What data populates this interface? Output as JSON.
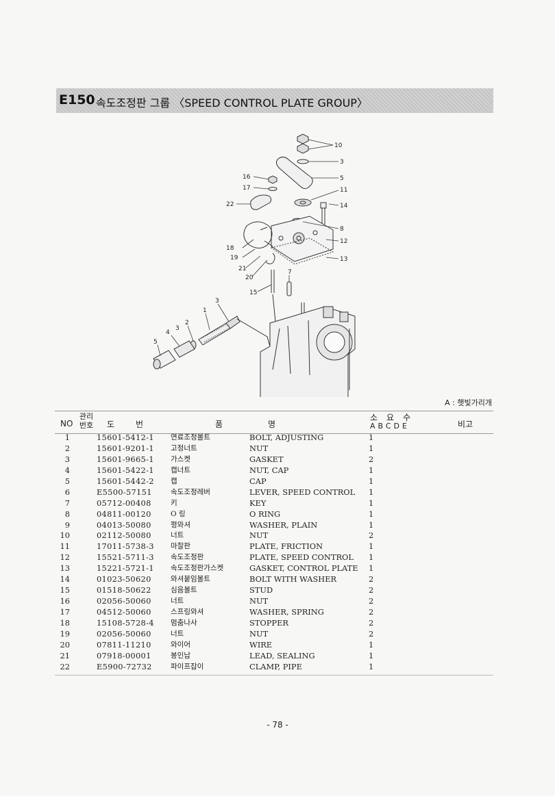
{
  "header": {
    "code": "E150",
    "title": "속도조정판 그룹 〈SPEED CONTROL PLATE GROUP〉"
  },
  "diagram": {
    "callouts": [
      "10",
      "3",
      "5",
      "16",
      "17",
      "11",
      "14",
      "22",
      "8",
      "12",
      "18",
      "19",
      "13",
      "21",
      "20",
      "7",
      "15",
      "1",
      "3",
      "2",
      "4",
      "3",
      "5"
    ]
  },
  "legend": "A : 햇빛가리개",
  "table": {
    "headers": {
      "no": "NO",
      "mgmt": "관리 번호",
      "do": "도",
      "bun": "번",
      "pum": "품",
      "myeong": "명",
      "qty": "소요수",
      "variants": "ABCDE",
      "remarks": "비고"
    },
    "rows": [
      {
        "no": "1",
        "pn": "15601-5412-1",
        "ko": "연료조정볼트",
        "en": "BOLT, ADJUSTING",
        "qty": "1"
      },
      {
        "no": "2",
        "pn": "15601-9201-1",
        "ko": "고정너트",
        "en": "NUT",
        "qty": "1"
      },
      {
        "no": "3",
        "pn": "15601-9665-1",
        "ko": "가스켓",
        "en": "GASKET",
        "qty": "2"
      },
      {
        "no": "4",
        "pn": "15601-5422-1",
        "ko": "캡너트",
        "en": "NUT, CAP",
        "qty": "1"
      },
      {
        "no": "5",
        "pn": "15601-5442-2",
        "ko": "캡",
        "en": "CAP",
        "qty": "1"
      },
      {
        "no": "6",
        "pn": "E5500-57151",
        "ko": "속도조정레버",
        "en": "LEVER, SPEED CONTROL",
        "qty": "1"
      },
      {
        "no": "7",
        "pn": "05712-00408",
        "ko": "키",
        "en": "KEY",
        "qty": "1"
      },
      {
        "no": "8",
        "pn": "04811-00120",
        "ko": "O 링",
        "en": "O RING",
        "qty": "1"
      },
      {
        "no": "9",
        "pn": "04013-50080",
        "ko": "평와셔",
        "en": "WASHER, PLAIN",
        "qty": "1"
      },
      {
        "no": "10",
        "pn": "02112-50080",
        "ko": "너트",
        "en": "NUT",
        "qty": "2"
      },
      {
        "no": "11",
        "pn": "17011-5738-3",
        "ko": "마찰판",
        "en": "PLATE, FRICTION",
        "qty": "1"
      },
      {
        "no": "12",
        "pn": "15521-5711-3",
        "ko": "속도조정판",
        "en": "PLATE, SPEED CONTROL",
        "qty": "1"
      },
      {
        "no": "13",
        "pn": "15221-5721-1",
        "ko": "속도조정판가스켓",
        "en": "GASKET, CONTROL PLATE",
        "qty": "1"
      },
      {
        "no": "14",
        "pn": "01023-50620",
        "ko": "와셔붙임볼트",
        "en": "BOLT WITH WASHER",
        "qty": "2"
      },
      {
        "no": "15",
        "pn": "01518-50622",
        "ko": "심음볼트",
        "en": "STUD",
        "qty": "2"
      },
      {
        "no": "16",
        "pn": "02056-50060",
        "ko": "너트",
        "en": "NUT",
        "qty": "2"
      },
      {
        "no": "17",
        "pn": "04512-50060",
        "ko": "스프링와셔",
        "en": "WASHER, SPRING",
        "qty": "2"
      },
      {
        "no": "18",
        "pn": "15108-5728-4",
        "ko": "멈춤나사",
        "en": "STOPPER",
        "qty": "2"
      },
      {
        "no": "19",
        "pn": "02056-50060",
        "ko": "너트",
        "en": "NUT",
        "qty": "2"
      },
      {
        "no": "20",
        "pn": "07811-11210",
        "ko": "와이어",
        "en": "WIRE",
        "qty": "1"
      },
      {
        "no": "21",
        "pn": "07918-00001",
        "ko": "봉인납",
        "en": "LEAD, SEALING",
        "qty": "1"
      },
      {
        "no": "22",
        "pn": "E5900-72732",
        "ko": "파이프잡이",
        "en": "CLAMP, PIPE",
        "qty": "1"
      }
    ]
  },
  "footer": {
    "page": "- 78 -"
  }
}
